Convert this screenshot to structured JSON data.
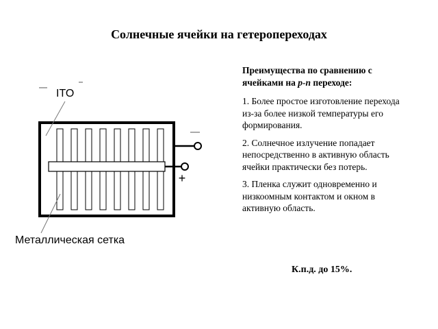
{
  "title": "Солнечные ячейки на гетеропереходах",
  "diagram": {
    "ito_label": "ITO",
    "grid_label": "Металлическая сетка",
    "minus_sign": "_",
    "plus_sign": "+",
    "finger_count": 8
  },
  "advantages": {
    "heading_prefix": "Преимущества по сравнению с ячейками на ",
    "heading_italic": "p-n",
    "heading_suffix": " переходе:",
    "items": [
      "1. Более простое изготовление перехода из-за более низкой температуры его формирования.",
      "2. Солнечное излучение попадает непосредственно в активную область ячейки практически без потерь.",
      "3. Пленка служит одновременно и низкоомным контактом и окном в активную область."
    ]
  },
  "efficiency": "К.п.д. до 15%."
}
